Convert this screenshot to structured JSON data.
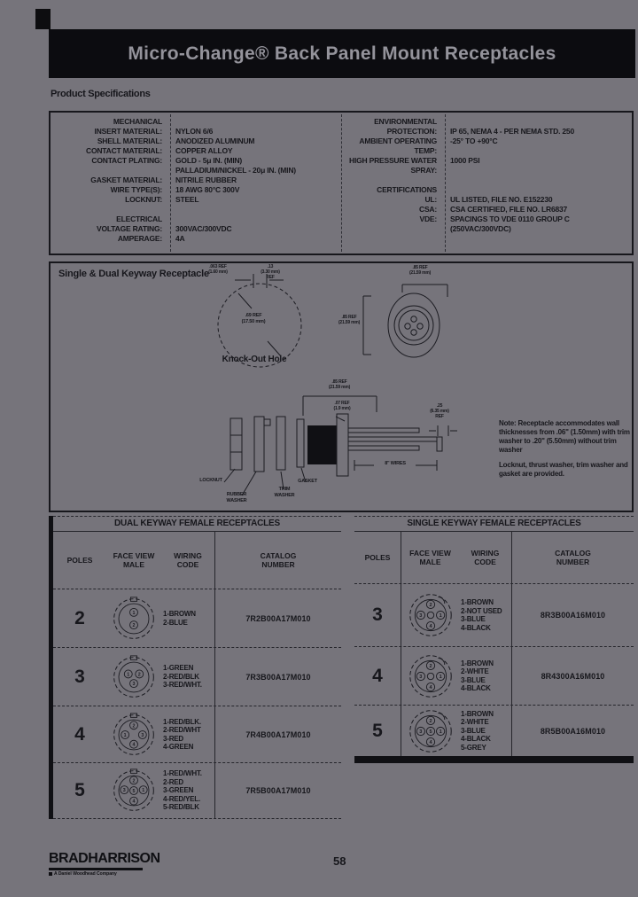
{
  "colors": {
    "page_bg": "#76747b",
    "ink": "#17171c",
    "title_bar": "#0c0c10",
    "title_text": "#94939b"
  },
  "header": {
    "title": "Micro-Change®  Back Panel Mount Receptacles",
    "section_label": "Product Specifications"
  },
  "specs": {
    "mechanical_heading": "MECHANICAL",
    "mechanical": [
      {
        "label": "INSERT MATERIAL:",
        "value": "NYLON 6/6"
      },
      {
        "label": "SHELL MATERIAL:",
        "value": "ANODIZED ALUMINUM"
      },
      {
        "label": "CONTACT MATERIAL:",
        "value": "COPPER ALLOY"
      },
      {
        "label": "CONTACT PLATING:",
        "value": "GOLD - 5μ IN. (MIN)\nPALLADIUM/NICKEL - 20μ IN. (MIN)"
      },
      {
        "label": "GASKET MATERIAL:",
        "value": "NITRILE RUBBER"
      },
      {
        "label": "WIRE TYPE(S):",
        "value": "18 AWG 80°C 300V"
      },
      {
        "label": "LOCKNUT:",
        "value": "STEEL"
      }
    ],
    "electrical_heading": "ELECTRICAL",
    "electrical": [
      {
        "label": "VOLTAGE RATING:",
        "value": "300VAC/300VDC"
      },
      {
        "label": "AMPERAGE:",
        "value": "4A"
      }
    ],
    "environmental_heading": "ENVIRONMENTAL",
    "environmental": [
      {
        "label": "PROTECTION:",
        "value": "IP 65, NEMA 4 - PER NEMA STD. 250"
      },
      {
        "label": "AMBIENT OPERATING TEMP:",
        "value": "-25° TO +90°C"
      },
      {
        "label": "HIGH PRESSURE WATER SPRAY:",
        "value": "1000 PSI"
      }
    ],
    "certifications_heading": "CERTIFICATIONS",
    "certifications": [
      {
        "label": "UL:",
        "value": "UL LISTED, FILE NO. E152230"
      },
      {
        "label": "CSA:",
        "value": "CSA CERTIFIED, FILE NO. LR6837"
      },
      {
        "label": "VDE:",
        "value": "SPACINGS TO VDE 0110 GROUP C (250VAC/300VDC)"
      }
    ]
  },
  "diagram": {
    "label": "Single & Dual Keyway Receptacle",
    "knockout": {
      "caption": "Knock-Out Hole",
      "dim_left": ".063 REF\n(1.60 mm)",
      "dim_right": ".13\n(3.30 mm)\nREF",
      "dim_center": ".69 REF\n(17.50 mm)"
    },
    "front_view": {
      "dim_top": ".85 REF\n(21.59 mm)",
      "dim_left": ".85 REF\n(21.59 mm)"
    },
    "section": {
      "dim_width": ".85 REF\n(21.59 mm)",
      "dim_panel": ".07 REF\n(1.9 mm)",
      "dim_lead": ".25\n(6.35 mm)\nREF",
      "label_wires": "8\" WIRES",
      "label_locknut": "LOCKNUT",
      "label_rubber_washer": "RUBBER\nWASHER",
      "label_trim_washer": "TRIM\nWASHER",
      "label_gasket": "GASKET"
    },
    "note1": "Note: Receptacle accommodates wall thicknesses from .06\" (1.50mm) with trim washer to .20\" (5.50mm) without trim washer",
    "note2": "Locknut, thrust washer, trim washer and gasket are provided."
  },
  "tables": {
    "dual": {
      "title": "DUAL KEYWAY FEMALE RECEPTACLES",
      "headers": {
        "poles": "POLES",
        "face": "FACE VIEW\nMALE",
        "wiring": "WIRING\nCODE",
        "catalog": "CATALOG\nNUMBER"
      },
      "rows": [
        {
          "poles": "2",
          "pins": [
            "1",
            "2"
          ],
          "wiring": "1-BROWN\n2-BLUE",
          "catalog": "7R2B00A17M010"
        },
        {
          "poles": "3",
          "pins": [
            "1",
            "2",
            "3"
          ],
          "wiring": "1-GREEN\n2-RED/BLK\n3-RED/WHT.",
          "catalog": "7R3B00A17M010"
        },
        {
          "poles": "4",
          "pins": [
            "2",
            "1",
            "3",
            "4"
          ],
          "wiring": "1-RED/BLK.\n2-RED/WHT\n3-RED\n4-GREEN",
          "catalog": "7R4B00A17M010"
        },
        {
          "poles": "5",
          "pins": [
            "2",
            "3",
            "5",
            "1",
            "4"
          ],
          "wiring": "1-RED/WHT.\n2-RED\n3-GREEN\n4-RED/YEL.\n5-RED/BLK",
          "catalog": "7R5B00A17M010"
        }
      ]
    },
    "single": {
      "title": "SINGLE KEYWAY FEMALE RECEPTACLES",
      "headers": {
        "poles": "POLES",
        "face": "FACE VIEW\nMALE",
        "wiring": "WIRING\nCODE",
        "catalog": "CATALOG\nNUMBER"
      },
      "rows": [
        {
          "poles": "3",
          "pins": [
            "2",
            "3",
            "1",
            "4"
          ],
          "wiring": "1-BROWN\n2-NOT USED\n3-BLUE\n4-BLACK",
          "catalog": "8R3B00A16M010"
        },
        {
          "poles": "4",
          "pins": [
            "2",
            "3",
            "1",
            "4"
          ],
          "wiring": "1-BROWN\n2-WHITE\n3-BLUE\n4-BLACK",
          "catalog": "8R4300A16M010"
        },
        {
          "poles": "5",
          "pins": [
            "2",
            "3",
            "5",
            "1",
            "4"
          ],
          "wiring": "1-BROWN\n2-WHITE\n3-BLUE\n4-BLACK\n5-GREY",
          "catalog": "8R5B00A16M010"
        }
      ]
    }
  },
  "footer": {
    "logo": "BRADHARRISON",
    "tagline": "A Daniel Woodhead Company",
    "page_number": "58"
  }
}
